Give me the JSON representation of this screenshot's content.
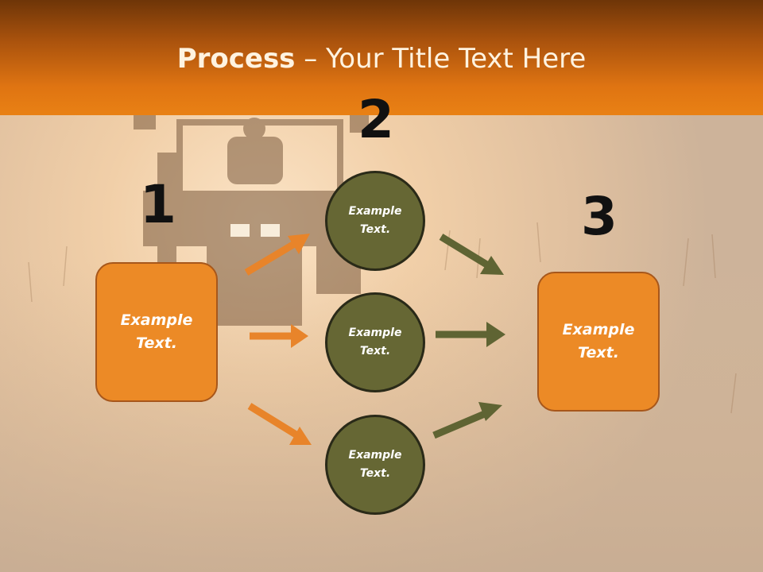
{
  "title": {
    "bold": "Process",
    "rest": " – Your Title Text Here"
  },
  "steps": [
    {
      "number": "1",
      "label": "Example Text."
    },
    {
      "number": "2",
      "label": "Example Text."
    },
    {
      "number": "3",
      "label": "Example Text."
    }
  ],
  "circles": [
    {
      "label": "Example Text."
    },
    {
      "label": "Example Text."
    },
    {
      "label": "Example Text."
    }
  ],
  "colors": {
    "header_orange": "#e98114",
    "box_orange": "#ec8a26",
    "circle_olive": "#666734",
    "arrow_orange": "#e8842a",
    "arrow_olive": "#5f6433"
  }
}
